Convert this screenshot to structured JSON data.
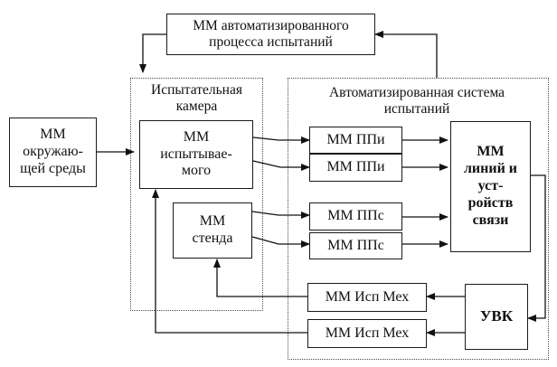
{
  "diagram": {
    "top": "ММ автоматизированного\nпроцесса испытаний",
    "env": "ММ\nокружаю-\nщей среды",
    "chamber_title": "Испытательная\nкамера",
    "object": "ММ\nиспытывае-\nмого",
    "stand": "ММ\nстенда",
    "system_title": "Автоматизированная система\nиспытаний",
    "ppi_1": "ММ ППи",
    "ppi_2": "ММ ППи",
    "pps_1": "ММ ППс",
    "pps_2": "ММ ППс",
    "lines": "ММ\nлиний и\nуст-\nройств\nсвязи",
    "uvk": "УВК",
    "isp_1": "ММ Исп Мех",
    "isp_2": "ММ Исп Мех"
  }
}
